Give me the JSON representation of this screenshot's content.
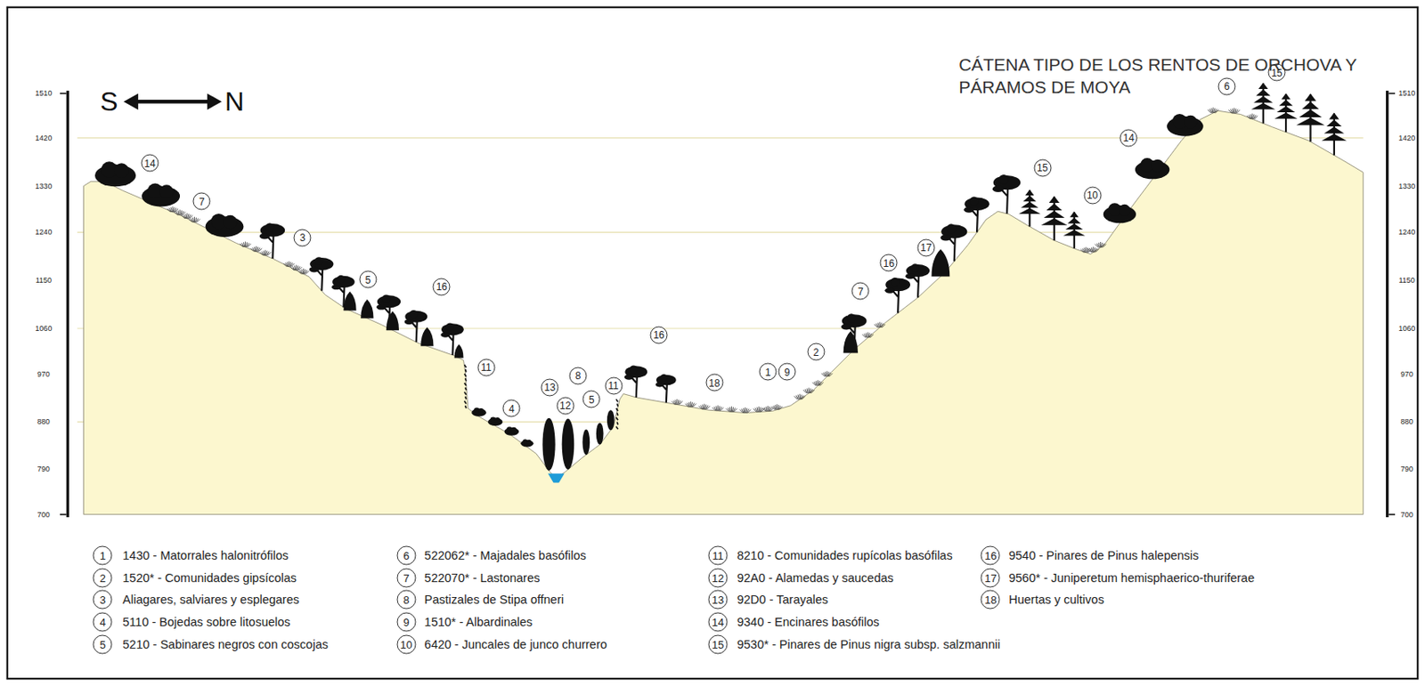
{
  "diagram": {
    "title": "CÁTENA TIPO DE LOS RENTOS DE ORCHOVA Y PÁRAMOS DE MOYA",
    "labels": [
      "S",
      "N",
      "1510",
      "1420",
      "1330",
      "1240",
      "1150",
      "1060",
      "970",
      "880",
      "790",
      "700",
      "1510",
      "1420",
      "1330",
      "1240",
      "1150",
      "1060",
      "970",
      "880",
      "790",
      "700",
      "14",
      "7",
      "3",
      "5",
      "16",
      "11",
      "4",
      "13",
      "8",
      "12",
      "5",
      "11",
      "16",
      "18",
      "1",
      "9",
      "2",
      "7",
      "16",
      "17",
      "15",
      "10",
      "14",
      "6",
      "15",
      "1",
      "2",
      "3",
      "4",
      "5",
      "6",
      "7",
      "8",
      "9",
      "10",
      "11",
      "12",
      "13",
      "14",
      "15",
      "16",
      "17",
      "18"
    ],
    "legend": [
      {
        "text": "1430 - Matorrales halonitrófilos"
      },
      {
        "text": "1520* - Comunidades gipsícolas"
      },
      {
        "text": "Aliagares, salviares y esplegares"
      },
      {
        "text": "5110 - Bojedas sobre litosuelos"
      },
      {
        "text": "5210 - Sabinares negros con coscojas"
      },
      {
        "text": "522062* - Majadales basófilos"
      },
      {
        "text": "522070* - Lastonares"
      },
      {
        "text": "Pastizales de Stipa offneri"
      },
      {
        "text": "1510* - Albardinales"
      },
      {
        "text": "6420 - Juncales de junco churrero"
      },
      {
        "text": "8210 - Comunidades rupícolas basófilas"
      },
      {
        "text": "92A0 - Alamedas y saucedas"
      },
      {
        "text": "92D0 - Tarayales"
      },
      {
        "text": "9340 - Encinares basófilos"
      },
      {
        "text": "9530* - Pinares de Pinus nigra subsp. salzmannii"
      },
      {
        "text": "9540 - Pinares de Pinus halepensis"
      },
      {
        "text": "9560* - Juniperetum hemisphaerico-thuriferae"
      },
      {
        "text": "Huertas y cultivos"
      }
    ]
  }
}
